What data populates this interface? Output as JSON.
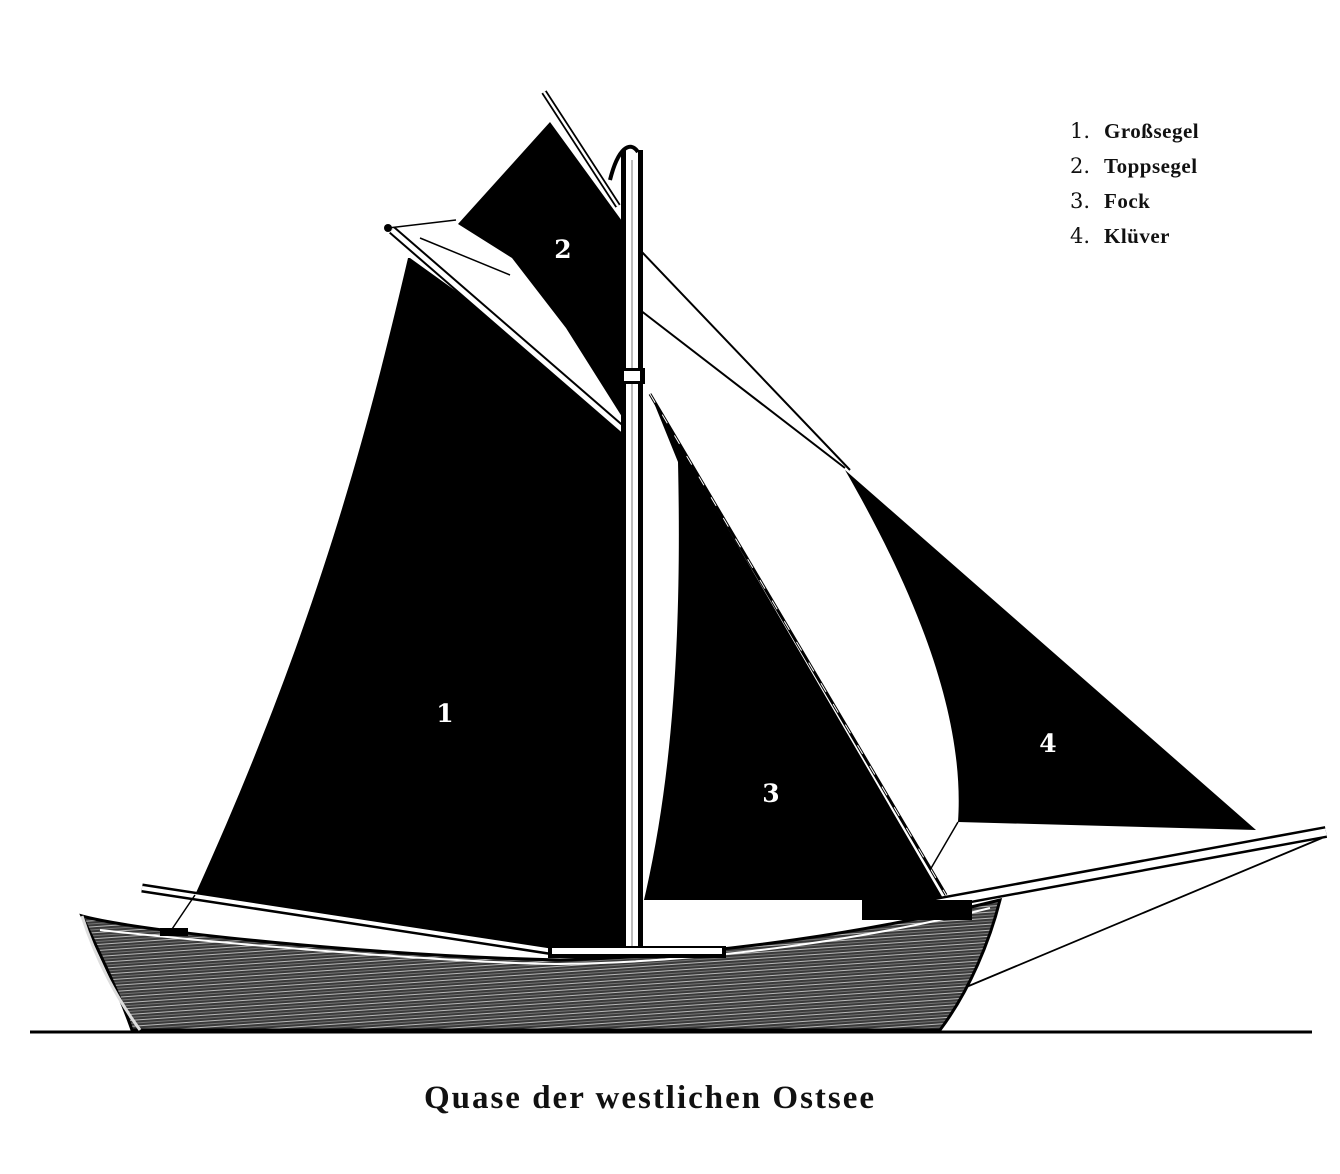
{
  "title": "Quase der westlichen Ostsee",
  "legend": [
    {
      "num": "1.",
      "label": "Großsegel"
    },
    {
      "num": "2.",
      "label": "Toppsegel"
    },
    {
      "num": "3.",
      "label": "Fock"
    },
    {
      "num": "4.",
      "label": "Klüver"
    }
  ],
  "sail_numbers": [
    "1",
    "2",
    "3",
    "4"
  ],
  "colors": {
    "sail": "#000000",
    "hull": "#2b2b2b",
    "spar": "#ffffff",
    "background": "#ffffff"
  }
}
